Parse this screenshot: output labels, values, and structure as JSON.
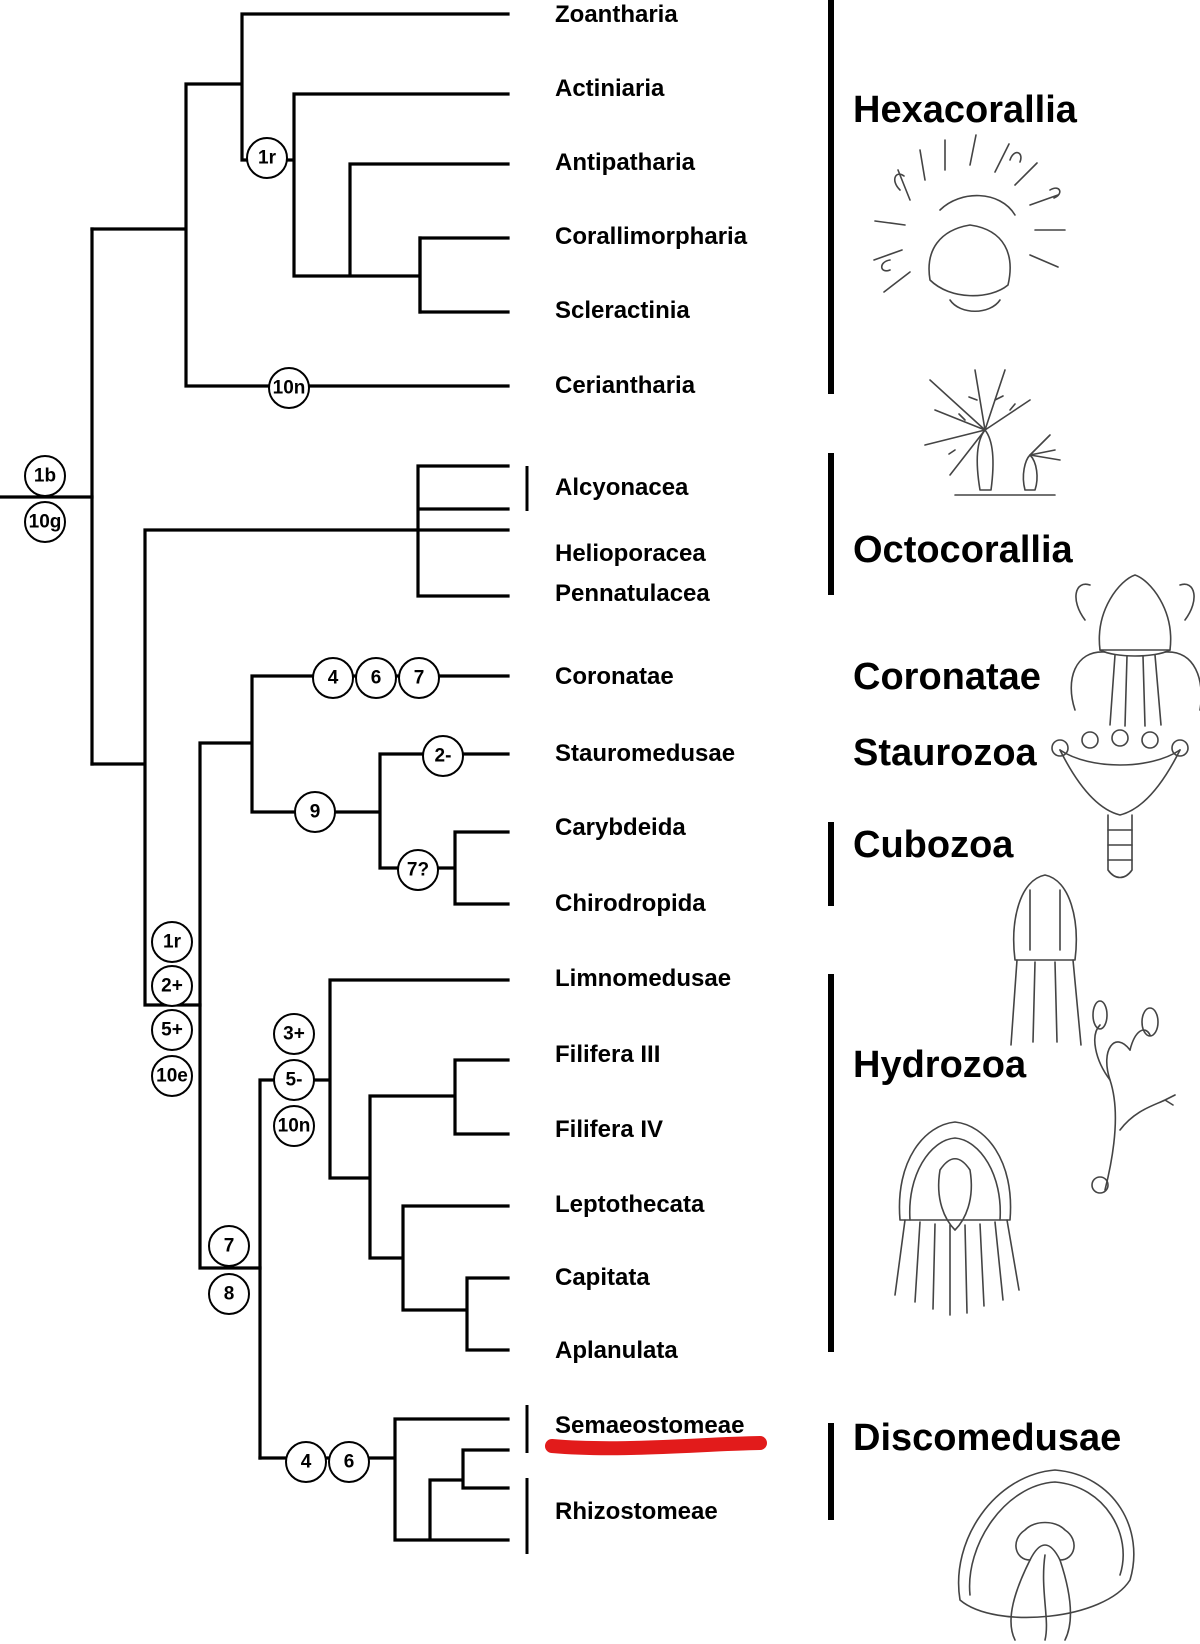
{
  "taxa": {
    "zoantharia": "Zoantharia",
    "actiniaria": "Actiniaria",
    "antipatharia": "Antipatharia",
    "corallimorpharia": "Corallimorpharia",
    "scleractinia": "Scleractinia",
    "ceriantharia": "Ceriantharia",
    "alcyonacea": "Alcyonacea",
    "helioporacea": "Helioporacea",
    "pennatulacea": "Pennatulacea",
    "coronatae": "Coronatae",
    "stauromedusae": "Stauromedusae",
    "carybdeida": "Carybdeida",
    "chirodropida": "Chirodropida",
    "limnomedusae": "Limnomedusae",
    "filifera3": "Filifera III",
    "filifera4": "Filifera IV",
    "leptothecata": "Leptothecata",
    "capitata": "Capitata",
    "aplanulata": "Aplanulata",
    "semaeostomeae": "Semaeostomeae",
    "rhizostomeae": "Rhizostomeae"
  },
  "groups": {
    "hexacorallia": "Hexacorallia",
    "octocorallia": "Octocorallia",
    "coronatae": "Coronatae",
    "staurozoa": "Staurozoa",
    "cubozoa": "Cubozoa",
    "hydrozoa": "Hydrozoa",
    "discomedusae": "Discomedusae"
  },
  "characters": {
    "root_a": "1b",
    "root_b": "10g",
    "hexa_inner": "1r",
    "ceriantharia": "10n",
    "coronatae_a": "4",
    "coronatae_b": "6",
    "coronatae_c": "7",
    "stauro": "2-",
    "stauro_cubo": "9",
    "cubozoa": "7?",
    "medusozoa_a": "1r",
    "medusozoa_b": "2+",
    "medusozoa_c": "5+",
    "medusozoa_d": "10e",
    "hydrozoa_a": "3+",
    "hydrozoa_b": "5-",
    "hydrozoa_c": "10n",
    "hydro_disco_a": "7",
    "hydro_disco_b": "8",
    "disco_a": "4",
    "disco_b": "6"
  },
  "colors": {
    "highlight": "#e21b1b",
    "lines": "#000000"
  },
  "highlighted_taxon": "Semaeostomeae"
}
